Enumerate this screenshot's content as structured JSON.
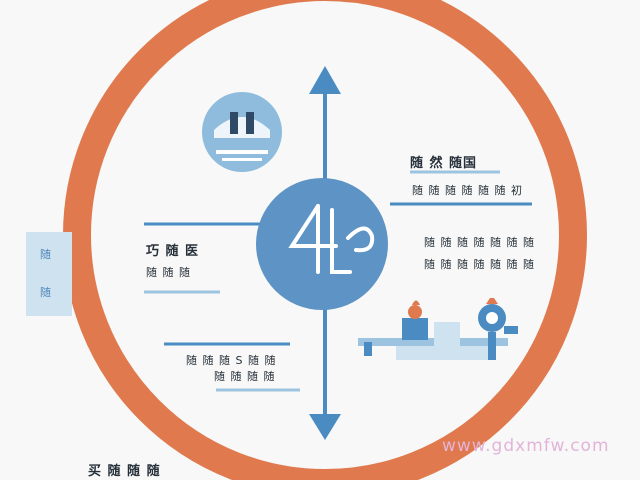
{
  "colors": {
    "ring": "#e07a4e",
    "blue": "#4a8cc2",
    "light_blue": "#9cc3e0",
    "pale_blue": "#cfe2f0",
    "text": "#27303a"
  },
  "center": {
    "icon": "scale-glyph-icon",
    "glyph": "4L"
  },
  "labels": {
    "top_right_title": "随 然 随国",
    "top_right_sub": "随 随 随 随 随 随 初",
    "mid_right_line1": "随 随 随 随 随 随 随",
    "mid_right_line2": "随 随 随 随 随 随 随",
    "left_line1": "巧 随 医",
    "left_line2": "随 随 随",
    "bottom_left_line1": "随 随 随 S 随 随",
    "bottom_left_line2": "随 随 随 随",
    "side_block_top": "随",
    "side_block_bottom": "随",
    "footer": "买 随 随 随"
  },
  "icons": {
    "top_left_badge": "landmark-badge-icon",
    "bottom_right_scene": "industrial-scene-icon"
  },
  "watermark": "www.gdxmfw.com"
}
